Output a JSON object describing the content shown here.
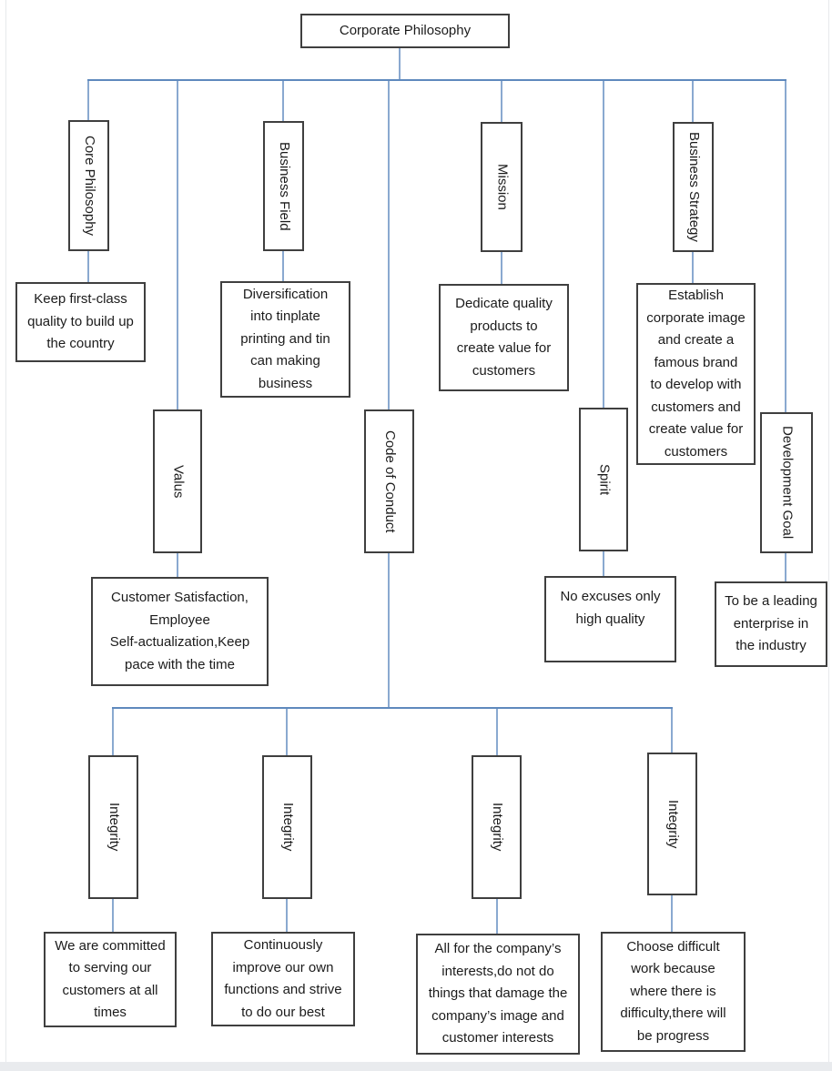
{
  "diagram": {
    "title": "Corporate Philosophy",
    "colors": {
      "connector_horizontal": "#5f89bd",
      "connector_vertical": "#8aa9d0",
      "box_border": "#3f3f3f",
      "text": "#1b1b1b",
      "page_edge": "#e9ebee"
    },
    "nodes": {
      "core_philosophy": {
        "label": "Core Philosophy",
        "desc": "Keep first-class\nquality to build up\nthe country"
      },
      "business_field": {
        "label": "Business Field",
        "desc": "Diversification\ninto tinplate\nprinting and tin\ncan making\nbusiness"
      },
      "mission": {
        "label": "Mission",
        "desc": "Dedicate quality\nproducts to\ncreate value for\ncustomers"
      },
      "business_strategy": {
        "label": "Business Strategy",
        "desc": "Establish\ncorporate image\nand create a\nfamous brand\nto develop with\ncustomers and\ncreate value for\ncustomers"
      },
      "valus": {
        "label": "Valus",
        "desc": "Customer Satisfaction,\nEmployee\nSelf-actualization,Keep\npace with the time"
      },
      "code_of_conduct": {
        "label": "Code of Conduct"
      },
      "spirit": {
        "label": "Spirit",
        "desc": "No excuses only\nhigh quality"
      },
      "development_goal": {
        "label": "Development Goal",
        "desc": "To be a leading\nenterprise in\nthe industry"
      },
      "integrity_customers": {
        "label": "Integrity",
        "desc": "We are committed\nto serving our\ncustomers at all\ntimes"
      },
      "integrity_improve": {
        "label": "Integrity",
        "desc": "Continuously\nimprove our own\nfunctions and strive\nto do our best"
      },
      "integrity_company": {
        "label": "Integrity",
        "desc": "All for the company’s\ninterests,do not do\nthings that damage the\ncompany’s image and\ncustomer interests"
      },
      "integrity_difficulty": {
        "label": "Integrity",
        "desc": "Choose difficult\nwork because\nwhere there is\ndifficulty,there will\nbe progress"
      }
    }
  }
}
